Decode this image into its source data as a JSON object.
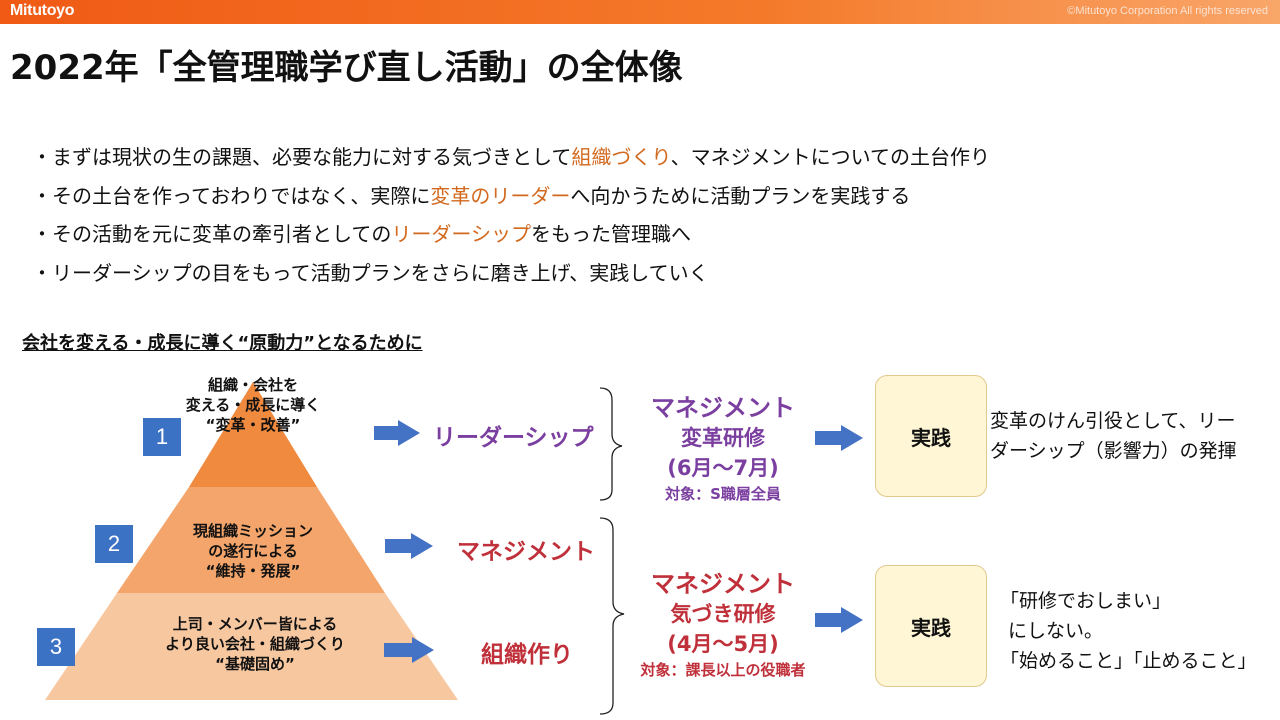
{
  "header": {
    "logo": "Mitutoyo",
    "copyright": "©Mitutoyo Corporation  All rights reserved"
  },
  "title": "2022年「全管理職学び直し活動」の全体像",
  "bullets": [
    {
      "before": "・まずは現状の生の課題、必要な能力に対する気づきとして",
      "highlight": "組織づくり",
      "after": "、マネジメントについての土台作り"
    },
    {
      "before": "・その土台を作っておわりではなく、実際に",
      "highlight": "変革のリーダー",
      "after": "へ向かうために活動プランを実践する"
    },
    {
      "before": "・その活動を元に変革の牽引者としての",
      "highlight": "リーダーシップ",
      "after": "をもった管理職へ"
    },
    {
      "before": "・リーダーシップの目をもって活動プランをさらに磨き上げ、実践していく",
      "highlight": "",
      "after": ""
    }
  ],
  "subheading": "会社を変える・成長に導く“原動力”となるために",
  "pyramid": {
    "tier1": {
      "badge": "1",
      "lines": [
        "組織・会社を",
        "変える・成長に導く",
        "“変革・改善”"
      ],
      "label": "リーダーシップ"
    },
    "tier2": {
      "badge": "2",
      "lines": [
        "現組織ミッション",
        "の遂行による",
        "“維持・発展”"
      ],
      "label": "マネジメント"
    },
    "tier3": {
      "badge": "3",
      "lines": [
        "上司・メンバー皆による",
        "より良い会社・組織づくり",
        "“基礎固め”"
      ],
      "label": "組織作り"
    }
  },
  "trainings": [
    {
      "line1": "マネジメント",
      "line2": "変革研修",
      "period": "(6月～7月)",
      "target": "対象：S職層全員"
    },
    {
      "line1": "マネジメント",
      "line2": "気づき研修",
      "period": "(4月～5月)",
      "target": "対象：課長以上の役職者"
    }
  ],
  "practice": {
    "label1": "実践",
    "label2": "実践"
  },
  "notes": {
    "top": [
      "変革のけん引役として、リー",
      "ダーシップ（影響力）の発揮"
    ],
    "bottom": [
      "「研修でおしまい」",
      "にしない。",
      "「始めること」「止めること」"
    ]
  },
  "colors": {
    "header": "#f05a14",
    "highlight": "#d2691e",
    "pyramid_top": "#ef8a3e",
    "pyramid_mid": "#f3a56b",
    "pyramid_bottom": "#f7c7a0",
    "arrow": "#4472c4",
    "badge": "#3c72c4",
    "purple": "#7b3fa0",
    "red": "#c0303a",
    "practice_fill": "#fef6d4"
  }
}
